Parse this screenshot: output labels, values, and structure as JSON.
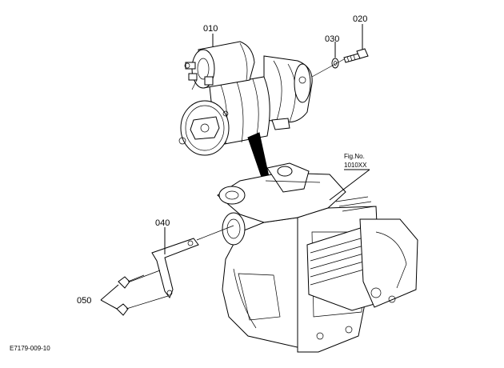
{
  "callouts": {
    "p010": "010",
    "p020": "020",
    "p030": "030",
    "p040": "040",
    "p050": "050"
  },
  "fig_ref": {
    "line1": "Fig.No.",
    "line2": "1010XX"
  },
  "diagram_id": "E7179-009-10",
  "colors": {
    "ink": "#000000",
    "paper": "#ffffff"
  }
}
